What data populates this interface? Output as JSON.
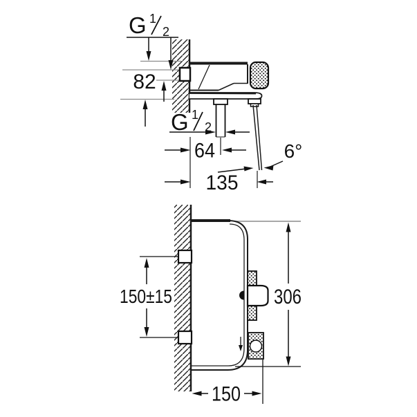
{
  "drawing": {
    "type": "technical-dimension-drawing",
    "colors": {
      "background": "#ffffff",
      "line": "#1a1a1a",
      "extension_line": "#8c8c8c"
    },
    "top_view": {
      "inlet_thread": {
        "base": "G",
        "numerator": "1",
        "denominator": "2",
        "full": "G 1/2"
      },
      "outlet_thread": {
        "base": "G",
        "numerator": "1",
        "denominator": "2",
        "full": "G 1/2"
      },
      "body_height_dim": "82",
      "outlet_offset_dim": "64",
      "spout_reach_dim": "135",
      "stream_angle": "6°"
    },
    "front_view": {
      "inlet_spacing_dim": "150±15",
      "total_height_dim": "306",
      "outlet_reach_dim": "150"
    }
  }
}
